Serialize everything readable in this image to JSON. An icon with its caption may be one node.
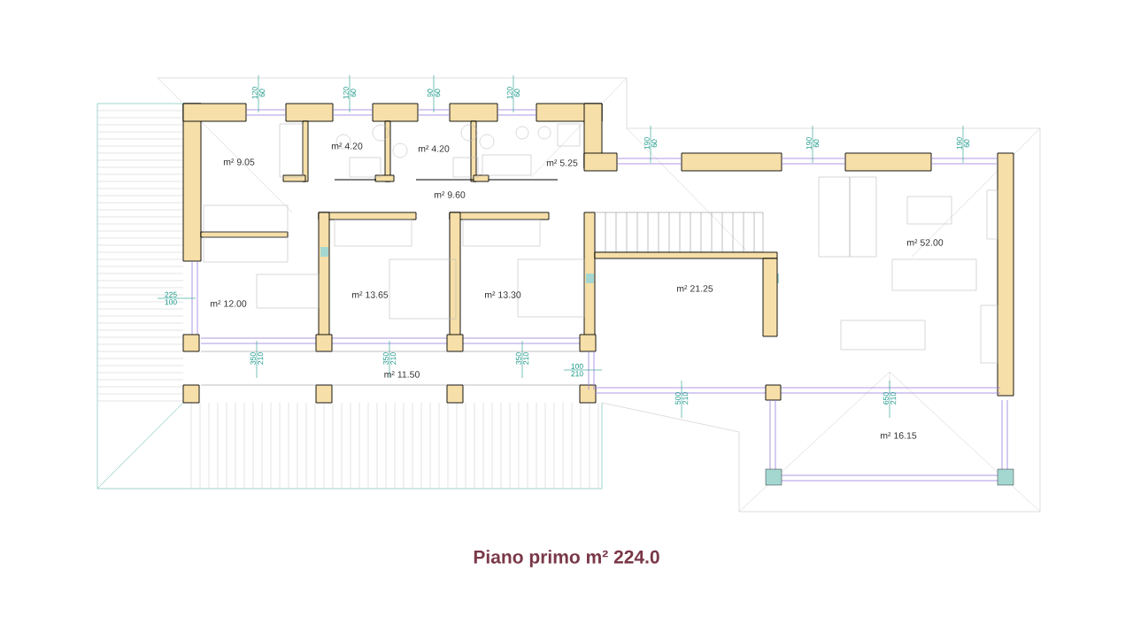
{
  "diagram": {
    "title": "Piano primo m² 224.0",
    "labels": [
      "120",
      "60",
      "120",
      "60",
      "90",
      "60",
      "120",
      "60",
      "190",
      "60",
      "190",
      "60",
      "190",
      "60",
      "m² 9.05",
      "m² 4.20",
      "m² 4.20",
      "m² 5.25",
      "m² 9.60",
      "m² 52.00",
      "225",
      "100",
      "m² 12.00",
      "m² 13.65",
      "m² 13.30",
      "m² 21.25",
      "350",
      "210",
      "350",
      "210",
      "350",
      "210",
      "m² 11.50",
      "100",
      "210",
      "500",
      "210",
      "650",
      "210",
      "m² 16.15"
    ]
  }
}
